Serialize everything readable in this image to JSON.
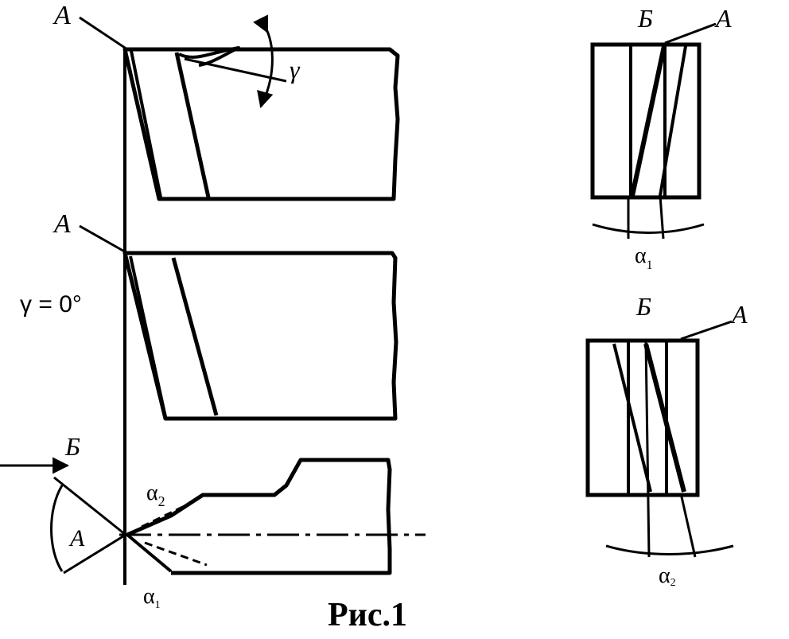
{
  "figure": {
    "caption": "Рис.1",
    "label_a": "А",
    "label_b": "Б",
    "gamma": "γ",
    "gamma_zero": "γ = 0°",
    "alpha_1": "α",
    "alpha_1_sub": "1",
    "alpha_2": "α",
    "alpha_2_sub": "2",
    "alpha_bottom": "α",
    "alpha_bottom_sub": "1",
    "alpha_right": "α",
    "alpha_right_sub": "2"
  }
}
